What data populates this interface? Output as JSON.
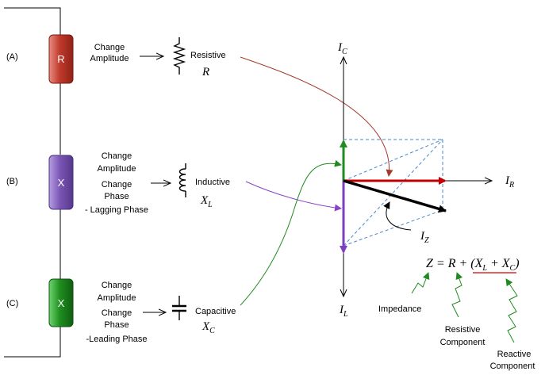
{
  "rows": [
    {
      "label": "(A)",
      "block_text": "R",
      "block_color": "#c0392b",
      "action": [
        "Change",
        "Amplitude"
      ],
      "component_name": "Resistive",
      "symbol_main": "R",
      "symbol_sub": ""
    },
    {
      "label": "(B)",
      "block_text": "X",
      "block_color": "#7b55b5",
      "action": [
        "Change",
        "Amplitude",
        "Change",
        "Phase",
        "- Lagging Phase"
      ],
      "component_name": "Inductive",
      "symbol_main": "X",
      "symbol_sub": "L"
    },
    {
      "label": "(C)",
      "block_text": "X",
      "block_color": "#1e8e1e",
      "action": [
        "Change",
        "Amplitude",
        "Change",
        "Phase",
        "-Leading Phase"
      ],
      "component_name": "Capacitive",
      "symbol_main": "X",
      "symbol_sub": "C"
    }
  ],
  "phasor": {
    "axis_top": {
      "main": "I",
      "sub": "C"
    },
    "axis_bottom": {
      "main": "I",
      "sub": "L"
    },
    "axis_right": {
      "main": "I",
      "sub": "R"
    },
    "resultant": {
      "main": "I",
      "sub": "Z"
    }
  },
  "equation": {
    "lhs": "Z = R + (",
    "xl_main": "X",
    "xl_sub": "L",
    "plus": " + ",
    "xc_main": "X",
    "xc_sub": "C",
    "close": ")"
  },
  "annotations": {
    "impedance": "Impedance",
    "resistive": [
      "Resistive",
      "Component"
    ],
    "reactive": [
      "Reactive",
      "Component"
    ]
  },
  "colors": {
    "resistor_arrow": "#a33a2a",
    "inductor_arrow": "#8a44c8",
    "capacitor_arrow": "#1f8a1f",
    "ic_vector": "#1e8e1e",
    "ir_vector": "#c00000",
    "il_vector": "#7b3fbf",
    "iz_vector": "#000000",
    "dashed": "#4a86c8",
    "underline": "#d00000"
  }
}
